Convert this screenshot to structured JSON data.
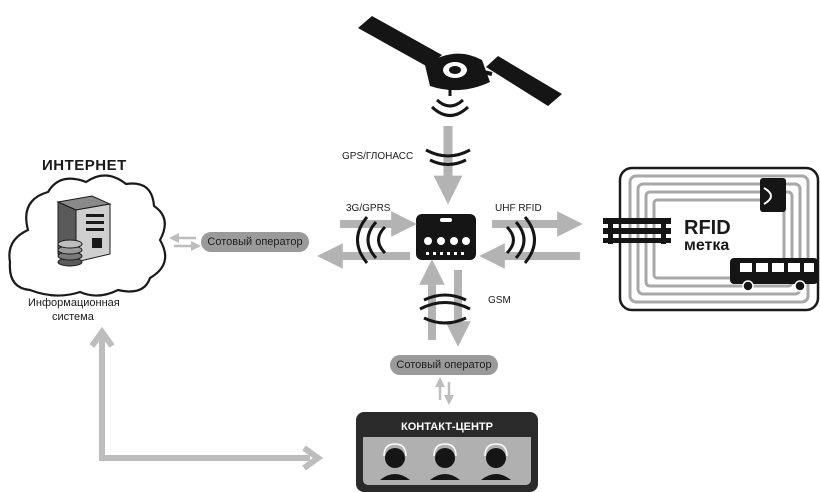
{
  "internet": {
    "title": "ИНТЕРНЕТ",
    "system_line1": "Информационная",
    "system_line2": "система"
  },
  "links": {
    "gps": "GPS/ГЛОНАСС",
    "cellular_data": "3G/GPRS",
    "uhf_rfid": "UHF RFID",
    "gsm": "GSM"
  },
  "operators": {
    "top": "Сотовый оператор",
    "bottom": "Сотовый оператор"
  },
  "rfid_tag": {
    "line1": "RFID",
    "line2": "метка"
  },
  "contact_center": {
    "title": "КОНТАКТ-ЦЕНТР"
  },
  "colors": {
    "arrow_gray": "#b3b3b3",
    "dark": "#1a1a1a",
    "pill_gray": "#9a9a9a"
  }
}
